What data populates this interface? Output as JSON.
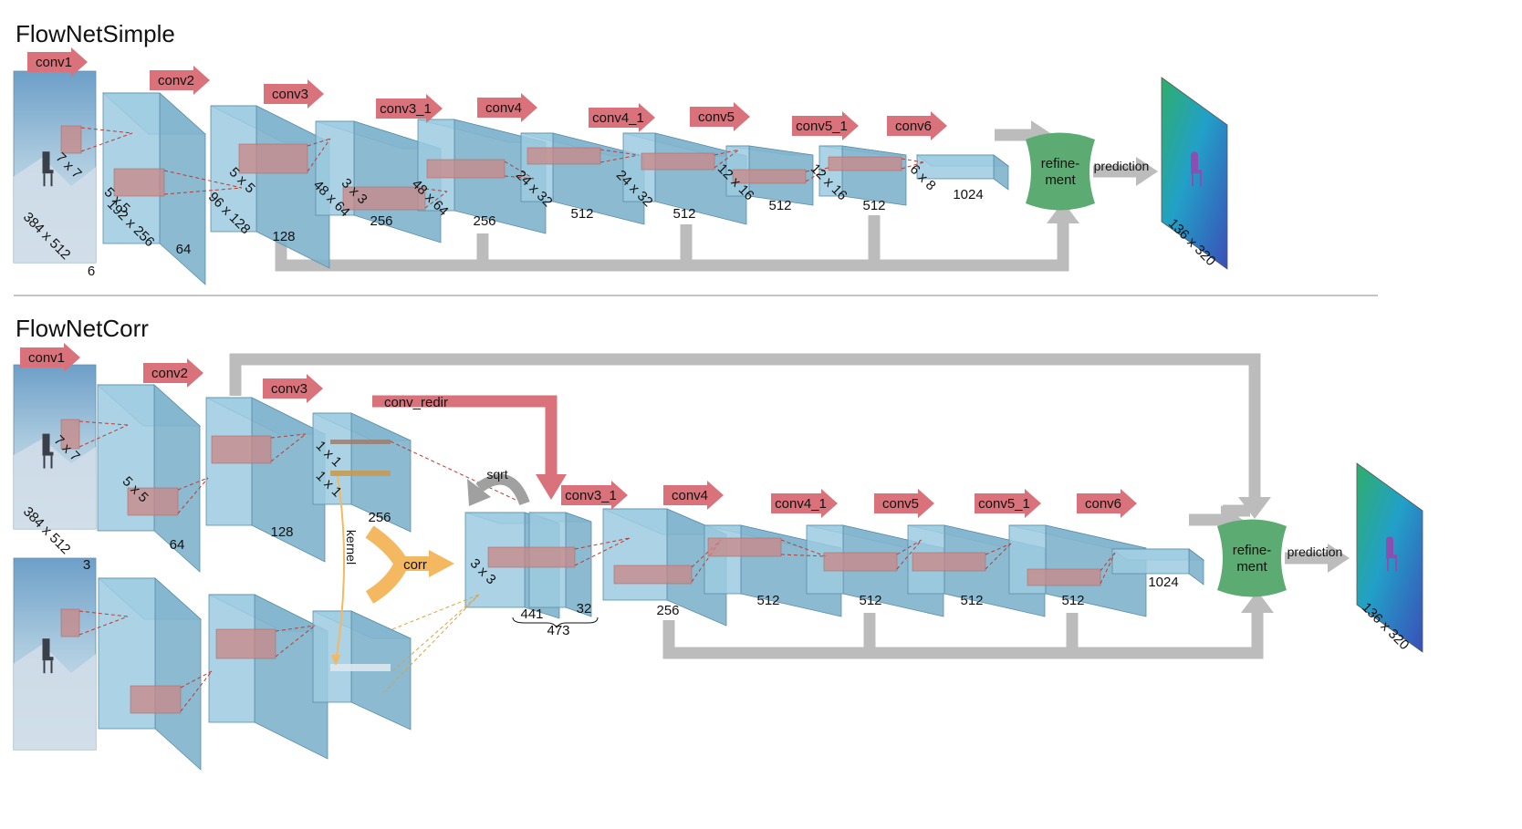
{
  "colors": {
    "box_fill": "#9ccbe0",
    "box_side": "#7fb3cc",
    "box_top": "#b7dcec",
    "box_stroke": "#5a8ea8",
    "kernel": "#c98784",
    "conv_arrow": "#d9727a",
    "skip": "#bcbcbc",
    "refine": "#5bab72",
    "corr": "#f4b860",
    "flow_a": "#2fae6b",
    "flow_b": "#3a4fb8"
  },
  "icons": {
    "input_image": "mountain-chair-image",
    "flow_image": "optical-flow-image"
  },
  "simple": {
    "title": "FlowNetSimple",
    "layers": [
      "conv1",
      "conv2",
      "conv3",
      "conv3_1",
      "conv4",
      "conv4_1",
      "conv5",
      "conv5_1",
      "conv6"
    ],
    "kernels": [
      "7 x 7",
      "5 x 5",
      "5 x 5",
      "3 x 3"
    ],
    "sizes": [
      "384 x 512",
      "192 x 256",
      "96 x 128",
      "48 x 64",
      "48 x 64",
      "24 x 32",
      "24 x 32",
      "12 x 16",
      "12 x 16",
      "6 x 8"
    ],
    "channels": [
      "6",
      "64",
      "128",
      "256",
      "256",
      "512",
      "512",
      "512",
      "512",
      "1024"
    ],
    "refinement": "refine-\nment",
    "prediction": "prediction",
    "output_size": "136 x 320"
  },
  "corr": {
    "title": "FlowNetCorr",
    "layers": [
      "conv1",
      "conv2",
      "conv3",
      "conv3_1",
      "conv4",
      "conv4_1",
      "conv5",
      "conv5_1",
      "conv6"
    ],
    "conv_redir": "conv_redir",
    "sqrt": "sqrt",
    "corr_label": "corr",
    "kernel_label": "kernel",
    "kernels": [
      "7 x 7",
      "5 x 5",
      "1 x 1",
      "1 x 1",
      "3 x 3"
    ],
    "input_size": "384 x 512",
    "channels": [
      "3",
      "64",
      "128",
      "256",
      "441",
      "32",
      "473",
      "256",
      "512",
      "512",
      "512",
      "512",
      "1024"
    ],
    "refinement": "refine-\nment",
    "prediction": "prediction",
    "output_size": "136 x 320"
  }
}
